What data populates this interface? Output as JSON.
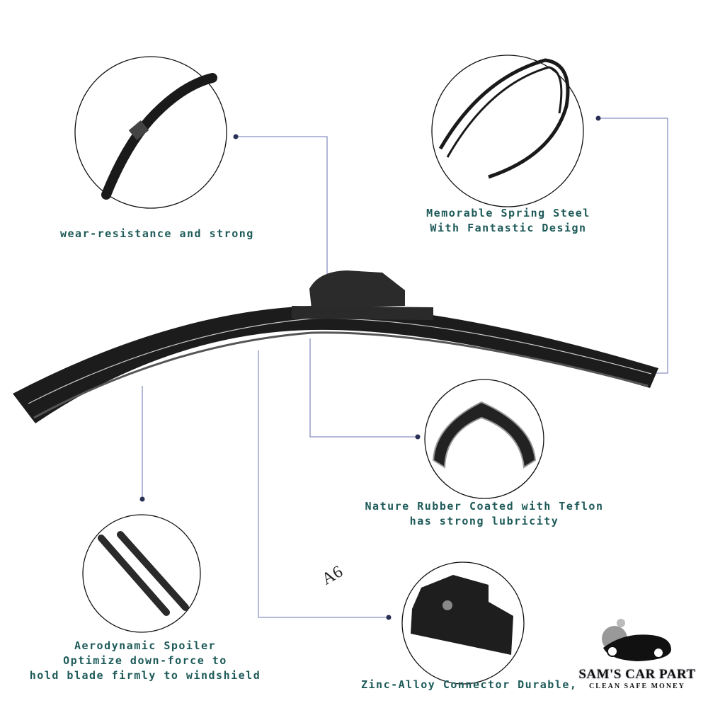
{
  "labels": {
    "wear": "wear-resistance and strong",
    "spring_line1": "Memorable Spring Steel",
    "spring_line2": "With Fantastic Design",
    "rubber_line1": "Nature Rubber Coated with Teflon",
    "rubber_line2": "has strong lubricity",
    "spoiler_line1": "Aerodynamic Spoiler",
    "spoiler_line2": "Optimize down-force to",
    "spoiler_line3": "hold blade firmly to windshield",
    "connector": "Zinc-Alloy Connector Durable,",
    "model": "A6"
  },
  "logo": {
    "name": "SAM'S CAR PART",
    "tagline": "CLEAN SAFE MONEY"
  },
  "colors": {
    "text": "#1d5a58",
    "leader_line": "#8a90c0",
    "blade": "#1a1a1a"
  }
}
